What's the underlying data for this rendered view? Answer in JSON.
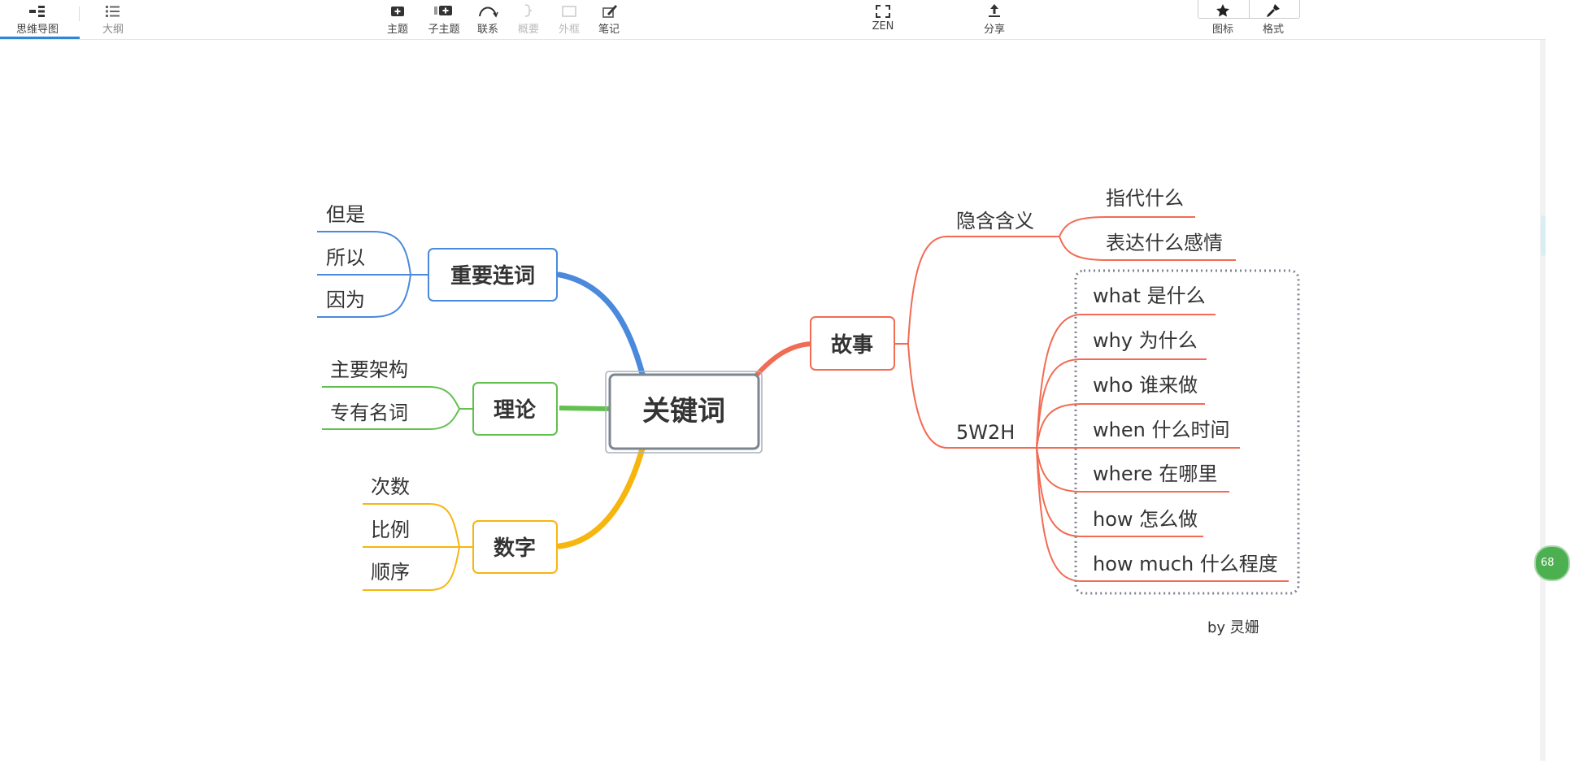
{
  "toolbar": {
    "tabs": [
      {
        "label": "思维导图",
        "active": true
      },
      {
        "label": "大纲",
        "active": false
      }
    ],
    "insert": [
      {
        "label": "主题",
        "enabled": true
      },
      {
        "label": "子主题",
        "enabled": true
      },
      {
        "label": "联系",
        "enabled": true
      },
      {
        "label": "概要",
        "enabled": false
      },
      {
        "label": "外框",
        "enabled": false
      },
      {
        "label": "笔记",
        "enabled": true
      }
    ],
    "zen_label": "ZEN",
    "share_label": "分享",
    "icon_label": "图标",
    "format_label": "格式"
  },
  "mindmap": {
    "central": "关键词",
    "left": [
      {
        "label": "重要连词",
        "color": "#4a89dc",
        "children": [
          "但是",
          "所以",
          "因为"
        ]
      },
      {
        "label": "理论",
        "color": "#62c050",
        "children": [
          "主要架构",
          "专有名词"
        ]
      },
      {
        "label": "数字",
        "color": "#f6b60f",
        "children": [
          "次数",
          "比例",
          "顺序"
        ]
      }
    ],
    "right": {
      "label": "故事",
      "color": "#f26b53",
      "children": [
        {
          "label": "隐含含义",
          "children": [
            "指代什么",
            "表达什么感情"
          ]
        },
        {
          "label": "5W2H",
          "children": [
            "what 是什么",
            "why 为什么",
            "who 谁来做",
            "when 什么时间",
            "where 在哪里",
            "how 怎么做",
            "how much 什么程度"
          ]
        }
      ]
    },
    "author": "by 灵姗"
  },
  "badge": "68"
}
